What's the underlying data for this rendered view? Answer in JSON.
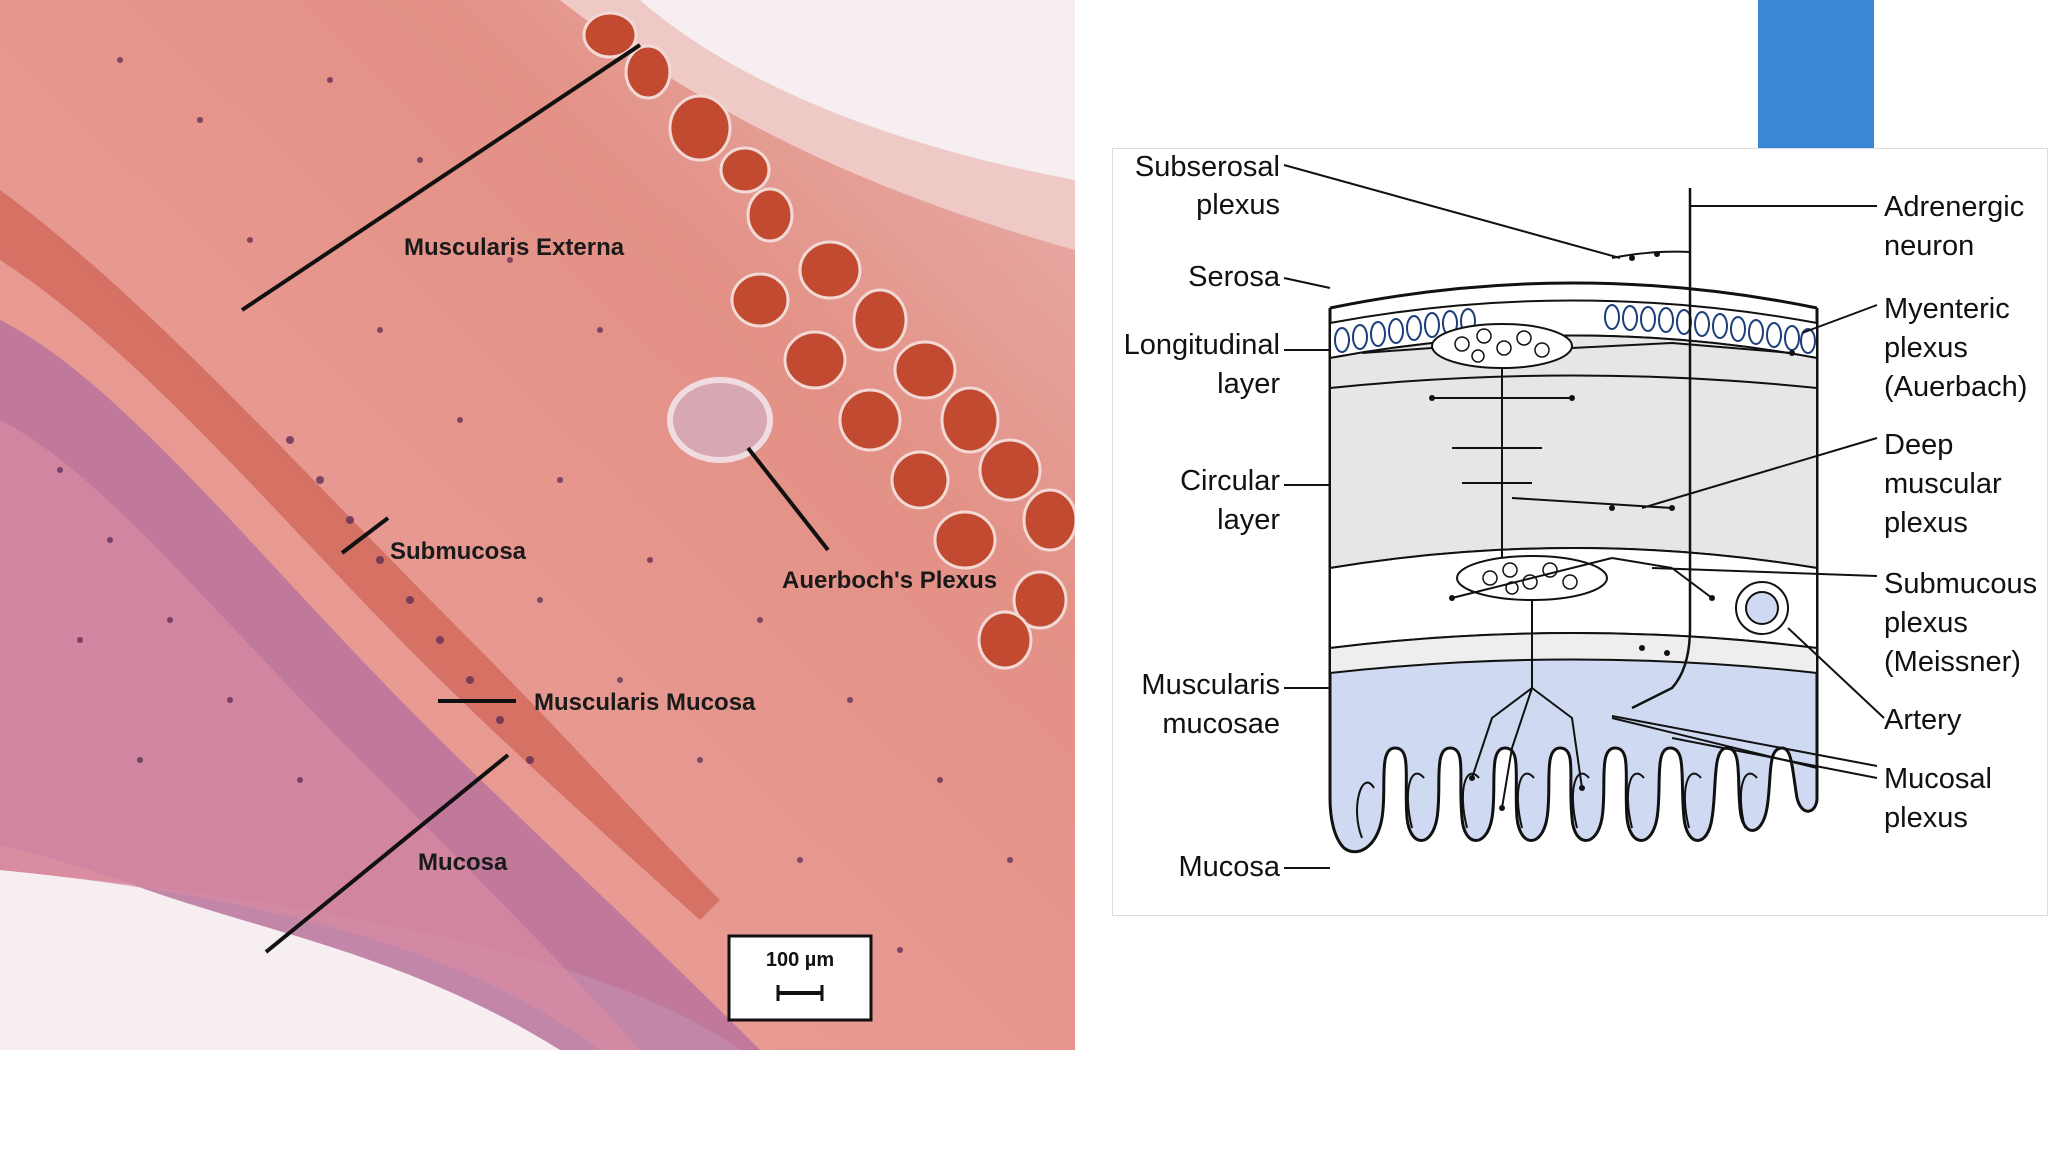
{
  "colors": {
    "accent_blue": "#3a87d6",
    "tissue_pink": "#e7a0a3",
    "muscle_red": "#c1402e",
    "mucosa_purple": "#a8639a",
    "diagram_mucosa_blue": "#cfd9f2"
  },
  "histology": {
    "labels": {
      "muscularis_externa": "Muscularis Externa",
      "submucosa": "Submucosa",
      "auerbach": "Auerboch's Plexus",
      "muscularis_mucosa": "Muscularis Mucosa",
      "mucosa": "Mucosa"
    },
    "scale_bar": "100 µm"
  },
  "diagram": {
    "left_labels": {
      "subserosal_1": "Subserosal",
      "subserosal_2": "plexus",
      "serosa": "Serosa",
      "longitudinal_1": "Longitudinal",
      "longitudinal_2": "layer",
      "circular_1": "Circular",
      "circular_2": "layer",
      "muscularis_1": "Muscularis",
      "muscularis_2": "mucosae",
      "mucosa": "Mucosa"
    },
    "right_labels": {
      "adrenergic_1": "Adrenergic",
      "adrenergic_2": "neuron",
      "myenteric_1": "Myenteric",
      "myenteric_2": "plexus",
      "myenteric_3": "(Auerbach)",
      "deep_1": "Deep",
      "deep_2": "muscular",
      "deep_3": "plexus",
      "submucous_1": "Submucous",
      "submucous_2": "plexus",
      "submucous_3": "(Meissner)",
      "artery": "Artery",
      "mucosal_1": "Mucosal",
      "mucosal_2": "plexus"
    }
  }
}
